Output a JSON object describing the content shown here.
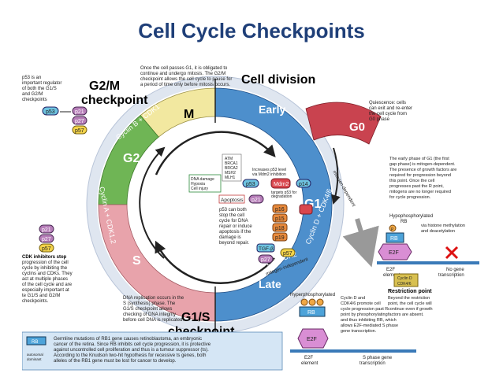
{
  "title": "Cell Cycle Checkpoints",
  "checkpoints": {
    "g2m": [
      "G2/M",
      "checkpoint"
    ],
    "g1s": [
      "G1/S",
      "checkpoint"
    ],
    "cell_division": "Cell division"
  },
  "phases": {
    "m": "M",
    "g2": "G2",
    "s": "S",
    "early": "Early",
    "g1": "G1",
    "late": "Late",
    "g0": "G0"
  },
  "cyclins": {
    "b": "Cyclin B + CDK1",
    "a": "Cyclin A + CDK1,2",
    "d": "Cyclin D + CDK4/6",
    "e": "Cyclin E + CDK2",
    "mitogen_dep": "mitogen-dependent",
    "mitogen_indep": "mitogen-independent"
  },
  "notes": {
    "p53_top": [
      "p53 is an",
      "important regulator",
      "of both the G1/S",
      "and G2/M",
      "checkpoints"
    ],
    "g2m_top": [
      "Once the cell passes G1, it is obligated to",
      "continue and undergo mitosis. The G2/M",
      "checkpoint allows the cell cycle to pause for",
      "a period of time only before mitosis occurs."
    ],
    "quiescence": [
      "Quiescence: cells",
      "can exit and re-enter",
      "the cell cycle from",
      "G0 phase"
    ],
    "early_g1": [
      "The early phase of G1 (the first",
      "gap phase) is mitogen-dependent.",
      "The presence of growth factors are",
      "required for progression beyond",
      "this point. Once the cell",
      "progresses past the R point,",
      "mitogens are no longer required",
      "for cycle progression."
    ],
    "cdk_inh": [
      "CDK inhibitors stop",
      "progression of the cell",
      "cycle by inhibiting the",
      "cyclins and CDKs. They",
      "act at multiple phases",
      "of the cell cycle and are",
      "especially important at",
      "te G1/S and G2/M",
      "checkpoints."
    ],
    "p53_stop": [
      "p53 can both",
      "stop the cell",
      "cycle for DNA",
      "repair or induce",
      "apoptosis if the",
      "damage is",
      "beyond repair."
    ],
    "dna_rep": [
      "DNA replication occurs in the",
      "S (synthesis) phase. The",
      "G1/S checkpoint allows",
      "checking of DNA integrity",
      "before cell DNA is replicated."
    ],
    "restriction": [
      "Restriction point",
      "Beyond the restriction",
      "point, the cell cycle will",
      "continue even if growth",
      "factors are absent."
    ],
    "cyclin_d": [
      "Cyclin D and",
      "CDK4/6 promote cell",
      "cycle progression past R",
      "point by phosphorylating",
      "and thus inhibiting RB, which",
      "allows E2F-mediated S phase",
      "gene transcription."
    ],
    "germline": [
      "Germline mutations of RB1 gene causes retinoblastoma, an embryonic",
      "cancer of the retina. Since RB inhibits cell cycle progression, it is protective",
      "against uncontrolled cell proliferation and thus is a tumour suppressor (ts).",
      "According to the Knudson two-hit hypothesis for recessive ts genes, both",
      "alleles of the RB1 gene must be lost for cancer to develop."
    ]
  },
  "labels": {
    "p53": "p53",
    "p21": "p21",
    "p27": "p27",
    "p57": "p57",
    "p16": "p16",
    "p15": "p15",
    "p18": "p18",
    "p19": "p19",
    "tgfb": "TGF-β",
    "mdm2": "Mdm2",
    "p14": "p14",
    "apoptosis": "Apoptosis",
    "dna_damage": [
      "DNA damage",
      "Hypoxia",
      "Cell injury"
    ],
    "atm": [
      "ATM",
      "BRCA1",
      "BRCA2",
      "MSH2",
      "MLH1"
    ],
    "p53_increase": [
      "Increases p53 level",
      "via Mdm2 inhibition"
    ],
    "targets": [
      "targets p53 for",
      "degradation"
    ],
    "hypo": [
      "Hypophosphorylated",
      "RB"
    ],
    "hyper": "Hyperphosphorylated",
    "histone": [
      "via histone methylation",
      "and deacetylation"
    ],
    "rb": "RB",
    "e2f": "E2F",
    "e2f_element": [
      "E2F",
      "element"
    ],
    "no_gene": [
      "No gene",
      "transcription"
    ],
    "s_phase_gene": [
      "S phase gene",
      "transcription"
    ],
    "cyclin_d_box": [
      "Cyclin D",
      "CDK4/6"
    ],
    "p": "P",
    "legend_rb": "RB",
    "legend_caption": [
      "autosomal",
      "dominant"
    ]
  },
  "colors": {
    "title": "#1f3f78",
    "m_phase": "#f2e8a0",
    "g2_phase": "#6fb555",
    "s_phase": "#e8a3ab",
    "g1_phase": "#4d8fcc",
    "g0_phase": "#c9434f",
    "ring_outer": "#c3cfe0",
    "dark_blue": "#0f3a7c"
  }
}
